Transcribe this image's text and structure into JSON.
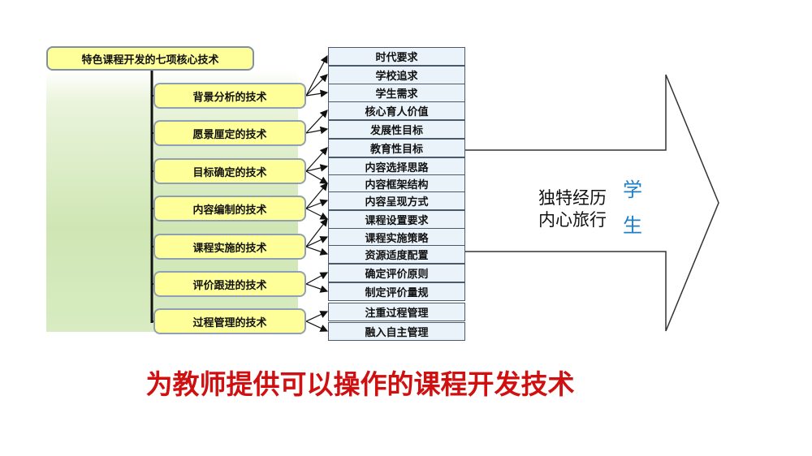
{
  "root_label": "特色课程开发的七项核心技术",
  "techniques": [
    "背景分析的技术",
    "愿景厘定的技术",
    "目标确定的技术",
    "内容编制的技术",
    "课程实施的技术",
    "评价跟进的技术",
    "过程管理的技术"
  ],
  "items": [
    "时代要求",
    "学校追求",
    "学生需求",
    "核心育人价值",
    "发展性目标",
    "教育性目标",
    "内容选择思路",
    "内容框架结构",
    "内容呈现方式",
    "课程设置要求",
    "课程实施策略",
    "资源适度配置",
    "确定评价原则",
    "制定评价量规",
    "注重过程管理",
    "融入自主管理"
  ],
  "result": {
    "line1": "独特经历",
    "line2": "内心旅行",
    "student_char1": "学",
    "student_char2": "生"
  },
  "caption": "为教师提供可以操作的课程开发技术",
  "colors": {
    "box_yellow": "#ffff99",
    "item_blue": "#eaf3fa",
    "student_blue": "#1e7fc7",
    "caption_red": "#d01010"
  }
}
